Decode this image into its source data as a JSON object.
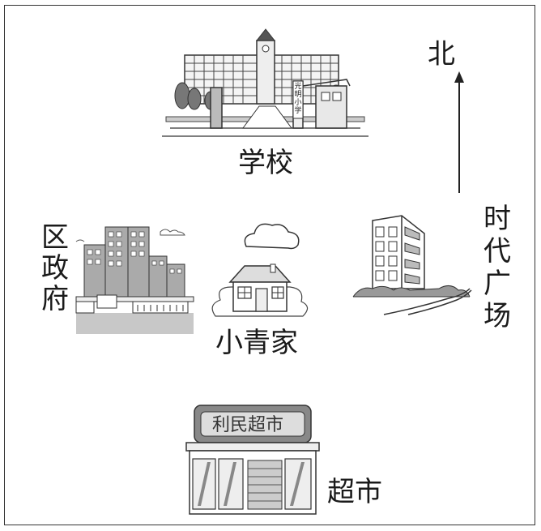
{
  "map": {
    "north_label": "北",
    "locations": [
      {
        "id": "school",
        "label": "学校",
        "sign_text": "光明小学"
      },
      {
        "id": "district-government",
        "label": "区政府"
      },
      {
        "id": "xiaoqing-home",
        "label": "小青家"
      },
      {
        "id": "times-square",
        "label": "时代广场"
      },
      {
        "id": "supermarket",
        "label": "超市",
        "sign_text": "利民超市"
      }
    ]
  }
}
